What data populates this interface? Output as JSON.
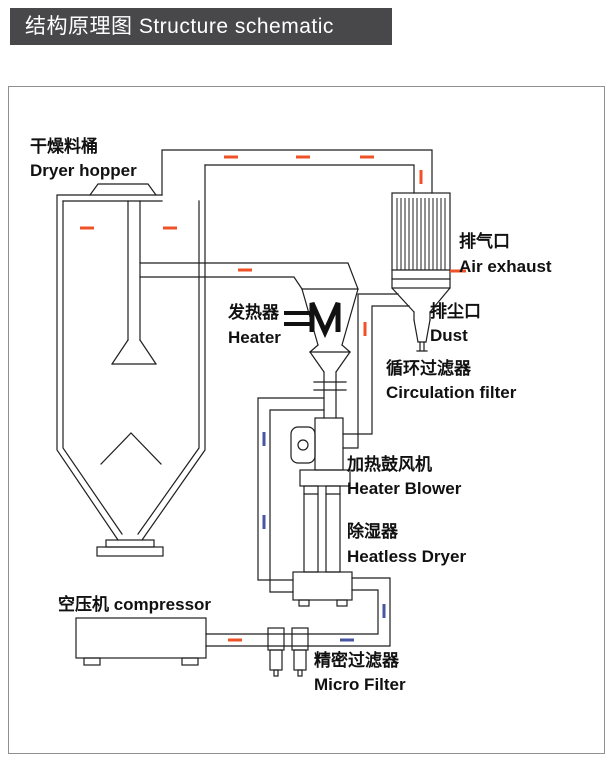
{
  "header": {
    "title": "结构原理图 Structure schematic"
  },
  "diagram": {
    "labels": {
      "dryer_hopper": {
        "zh": "干燥料桶",
        "en": "Dryer hopper"
      },
      "heater": {
        "zh": "发热器",
        "en": "Heater"
      },
      "air_exhaust": {
        "zh": "排气口",
        "en": "Air exhaust"
      },
      "dust": {
        "zh": "排尘口",
        "en": "Dust"
      },
      "circulation_filter": {
        "zh": "循环过滤器",
        "en": "Circulation filter"
      },
      "heater_blower": {
        "zh": "加热鼓风机",
        "en": "Heater Blower"
      },
      "heatless_dryer": {
        "zh": "除湿器",
        "en": "Heatless Dryer"
      },
      "compressor": {
        "zh_en": "空压机 compressor"
      },
      "micro_filter": {
        "zh": "精密过滤器",
        "en": "Micro Filter"
      }
    },
    "colors": {
      "hot_flow": "#ef5226",
      "cold_flow": "#4656a3",
      "line": "#1f1f1f",
      "title_bg": "#48484a",
      "title_text": "#ffffff",
      "frame_border": "#909090"
    }
  }
}
